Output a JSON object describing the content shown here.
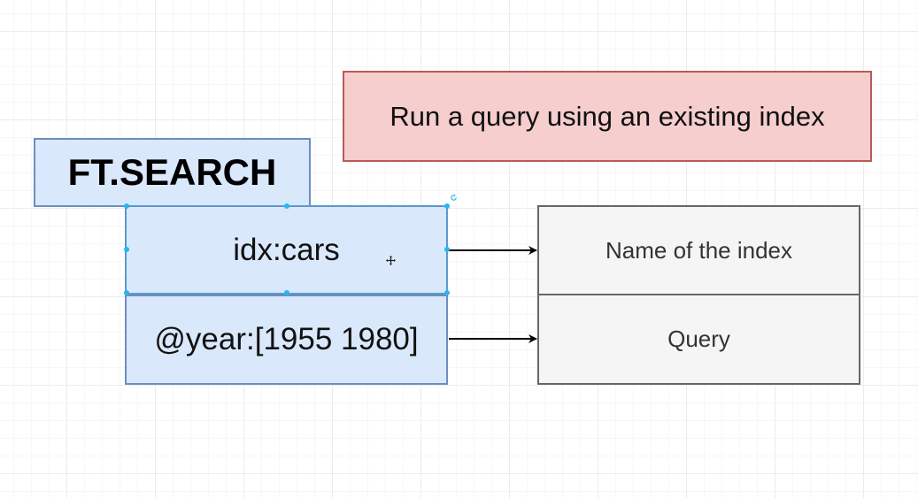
{
  "diagram": {
    "description_box": {
      "text": "Run a query using an existing index",
      "fill": "#f8cecc",
      "stroke": "#b85450"
    },
    "command_box": {
      "text": "FT.SEARCH",
      "fill": "#dae8fc",
      "stroke": "#6c8ebf"
    },
    "arguments": [
      {
        "text": "idx:cars",
        "label": "Name of the index"
      },
      {
        "text": "@year:[1955 1980]",
        "label": "Query"
      }
    ],
    "label_fill": "#f5f5f5",
    "label_stroke": "#666666",
    "selection_color": "#29b6f2",
    "cursor_icon": "move-cursor-icon",
    "rotate_icon": "rotate-handle-icon"
  }
}
